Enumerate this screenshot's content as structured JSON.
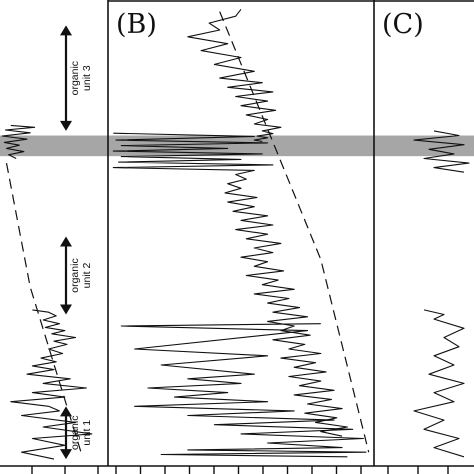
{
  "chart_data": {
    "type": "line",
    "title": "",
    "xlabel": "",
    "ylabel": "",
    "orientation": "downcore profiles (depth increases downward)",
    "panels": [
      {
        "id": "A",
        "label": "",
        "series": [
          {
            "x": [
              0.1,
              0.32,
              0.05,
              0.28,
              0.02,
              0.25,
              0.04,
              0.18,
              0.06,
              0.22,
              0.08,
              0.15
            ],
            "y": [
              0.258,
              0.262,
              0.268,
              0.274,
              0.281,
              0.288,
              0.295,
              0.301,
              0.308,
              0.315,
              0.322,
              0.33
            ]
          },
          {
            "x": [
              0.3,
              0.45,
              0.52,
              0.4,
              0.55,
              0.42,
              0.6,
              0.48,
              0.7,
              0.5,
              0.62,
              0.45,
              0.58,
              0.38,
              0.52,
              0.3,
              0.5,
              0.25,
              0.65,
              0.4,
              0.8,
              0.3,
              0.6,
              0.1,
              0.45,
              0.55,
              0.2,
              0.7,
              0.4,
              0.85,
              0.3,
              0.6,
              0.2,
              0.5
            ],
            "y": [
              0.66,
              0.665,
              0.673,
              0.682,
              0.69,
              0.698,
              0.705,
              0.712,
              0.72,
              0.728,
              0.735,
              0.745,
              0.755,
              0.765,
              0.773,
              0.782,
              0.79,
              0.8,
              0.81,
              0.82,
              0.83,
              0.84,
              0.85,
              0.86,
              0.87,
              0.88,
              0.89,
              0.905,
              0.915,
              0.93,
              0.94,
              0.955,
              0.97,
              0.985
            ]
          }
        ],
        "trend": {
          "x": [
            0.06,
            0.28,
            0.75
          ],
          "y": [
            0.34,
            0.61,
            0.97
          ]
        },
        "annotations": [
          {
            "text_lines": [
              "organic",
              "unit 3"
            ],
            "range": [
              0.04,
              0.27
            ]
          },
          {
            "text_lines": [
              "organic",
              "unit 2"
            ],
            "range": [
              0.5,
              0.67
            ]
          },
          {
            "text_lines": [
              "organic",
              "unit 1"
            ],
            "range": [
              0.87,
              0.985
            ]
          }
        ]
      },
      {
        "id": "B",
        "label": "(B)",
        "series": [
          {
            "x": [
              0.5,
              0.48,
              0.38,
              0.42,
              0.3,
              0.45,
              0.35,
              0.5,
              0.4,
              0.55,
              0.42,
              0.58,
              0.45,
              0.62,
              0.48,
              0.6,
              0.5,
              0.63,
              0.52,
              0.6,
              0.55,
              0.65,
              0.58,
              0.62,
              0.56,
              0.6,
              0.55,
              0.58
            ],
            "y": [
              0.005,
              0.02,
              0.035,
              0.05,
              0.065,
              0.08,
              0.095,
              0.11,
              0.125,
              0.14,
              0.155,
              0.165,
              0.175,
              0.185,
              0.195,
              0.205,
              0.215,
              0.225,
              0.235,
              0.245,
              0.255,
              0.262,
              0.27,
              0.276,
              0.281,
              0.285,
              0.29,
              0.293
            ]
          },
          {
            "x": [
              0.02,
              0.55,
              0.03,
              0.6,
              0.05,
              0.45,
              0.02,
              0.58,
              0.05,
              0.5,
              0.04,
              0.62,
              0.02,
              0.55,
              0.48,
              0.52,
              0.45,
              0.5,
              0.44,
              0.56,
              0.45,
              0.55,
              0.47,
              0.6,
              0.5,
              0.62,
              0.48,
              0.6,
              0.52,
              0.65,
              0.55,
              0.62,
              0.5,
              0.6,
              0.55,
              0.66,
              0.52,
              0.64,
              0.58,
              0.7,
              0.55,
              0.68,
              0.6,
              0.72,
              0.62,
              0.75,
              0.6,
              0.7,
              0.65,
              0.76,
              0.62,
              0.74,
              0.68,
              0.8,
              0.65,
              0.78,
              0.7,
              0.82,
              0.68,
              0.8,
              0.72,
              0.85,
              0.7,
              0.84,
              0.75,
              0.88,
              0.74,
              0.86,
              0.78,
              0.9,
              0.8,
              0.88
            ],
            "y": [
              0.275,
              0.282,
              0.29,
              0.296,
              0.302,
              0.308,
              0.314,
              0.32,
              0.326,
              0.332,
              0.338,
              0.344,
              0.35,
              0.356,
              0.365,
              0.375,
              0.385,
              0.395,
              0.405,
              0.415,
              0.425,
              0.435,
              0.445,
              0.455,
              0.465,
              0.475,
              0.485,
              0.495,
              0.505,
              0.515,
              0.525,
              0.535,
              0.545,
              0.555,
              0.565,
              0.575,
              0.585,
              0.595,
              0.605,
              0.615,
              0.625,
              0.635,
              0.645,
              0.655,
              0.665,
              0.675,
              0.685,
              0.695,
              0.705,
              0.715,
              0.725,
              0.735,
              0.745,
              0.755,
              0.765,
              0.775,
              0.785,
              0.795,
              0.805,
              0.815,
              0.825,
              0.835,
              0.845,
              0.855,
              0.865,
              0.875,
              0.885,
              0.895,
              0.905,
              0.915,
              0.925,
              0.935
            ]
          },
          {
            "x": [
              0.8,
              0.05,
              0.75,
              0.1,
              0.6,
              0.2,
              0.55,
              0.3,
              0.5,
              0.15,
              0.45,
              0.25,
              0.6,
              0.1,
              0.7,
              0.3,
              0.85,
              0.4,
              0.92,
              0.5,
              0.96,
              0.6,
              0.88,
              0.3,
              0.97,
              0.2,
              0.9
            ],
            "y": [
              0.69,
              0.695,
              0.705,
              0.745,
              0.76,
              0.78,
              0.8,
              0.81,
              0.82,
              0.83,
              0.84,
              0.85,
              0.86,
              0.87,
              0.88,
              0.89,
              0.9,
              0.91,
              0.92,
              0.93,
              0.94,
              0.95,
              0.96,
              0.965,
              0.97,
              0.975,
              0.98
            ]
          }
        ],
        "trend": {
          "x": [
            0.42,
            0.8,
            0.98
          ],
          "y": [
            0.01,
            0.55,
            0.97
          ]
        },
        "annotations": []
      },
      {
        "id": "C",
        "label": "(C)",
        "series": [
          {
            "x": [
              0.6,
              0.85,
              0.4,
              0.9,
              0.55,
              0.8,
              0.5,
              0.95,
              0.6,
              0.9
            ],
            "y": [
              0.27,
              0.28,
              0.29,
              0.3,
              0.31,
              0.32,
              0.33,
              0.34,
              0.35,
              0.36
            ]
          },
          {
            "x": [
              0.5,
              0.7,
              0.6,
              0.9,
              0.7,
              0.85,
              0.6,
              0.8,
              0.55,
              0.9,
              0.6,
              0.8,
              0.4,
              0.7,
              0.5,
              0.85,
              0.6,
              0.9
            ],
            "y": [
              0.66,
              0.67,
              0.68,
              0.7,
              0.72,
              0.74,
              0.76,
              0.78,
              0.8,
              0.82,
              0.84,
              0.86,
              0.88,
              0.9,
              0.92,
              0.94,
              0.96,
              0.98
            ]
          }
        ],
        "trend": null,
        "annotations": []
      }
    ],
    "highlight_band": {
      "y": [
        0.28,
        0.325
      ],
      "color": "#a6a6a6"
    },
    "grid": false,
    "legend": "none"
  }
}
